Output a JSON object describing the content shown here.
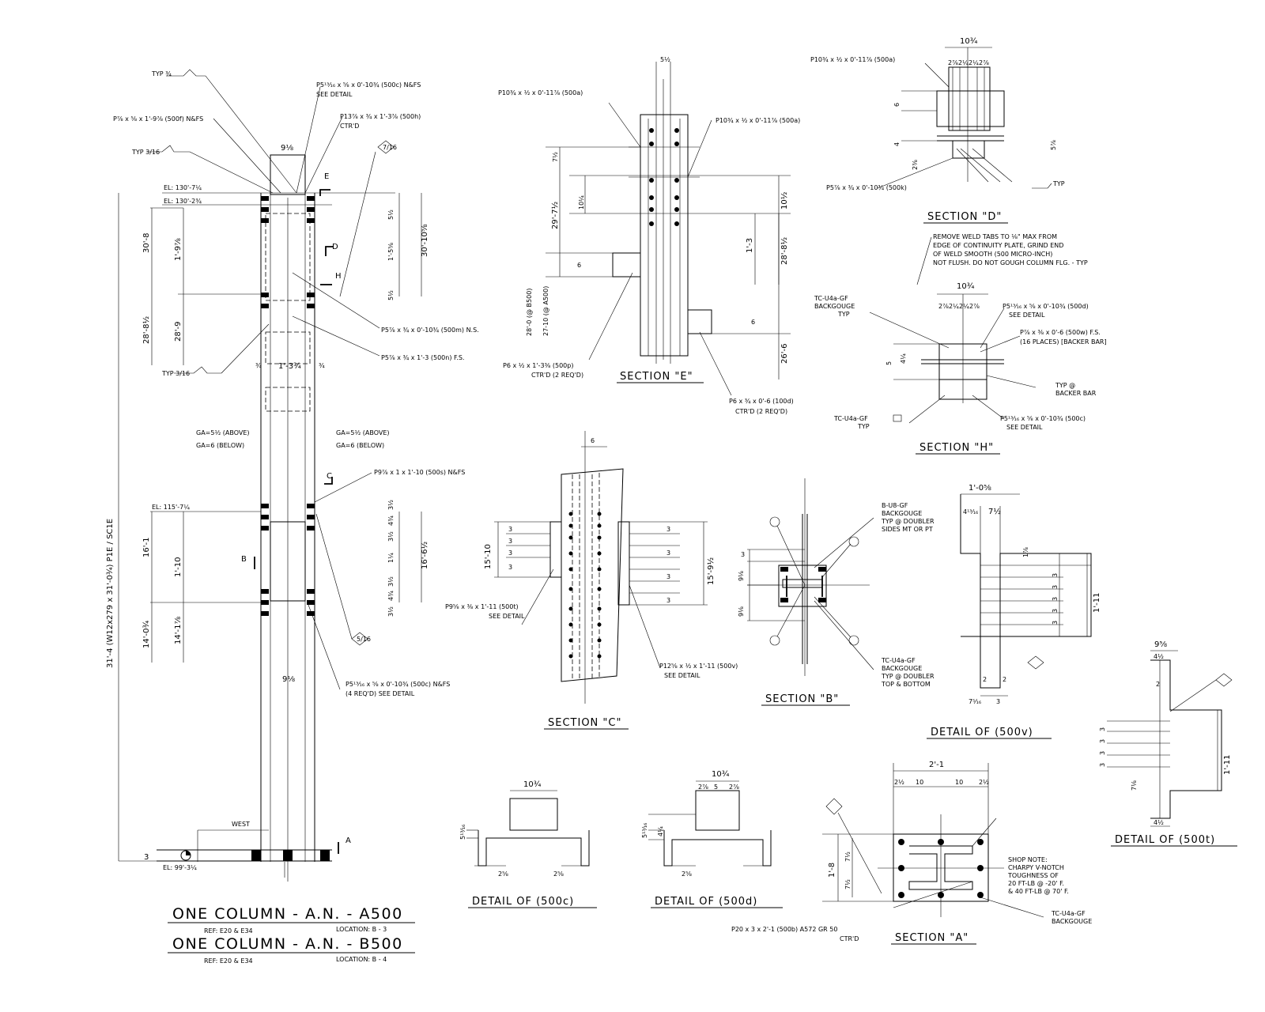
{
  "column_elevation": {
    "overall_dim": "31'-4 (W12x279 x 31'-0¾) P1E / SC1E",
    "elevations": [
      "EL: 130'-7¼",
      "EL: 130'-2¾",
      "EL: 115'-7¼",
      "EL: 99'-3¼"
    ],
    "left_dims": [
      "30'-8",
      "28'-8½",
      "1'-9⅞",
      "28'-9",
      "16'-1",
      "1'-10",
      "14'-0¾",
      "14'-1⅞",
      "3"
    ],
    "right_dims": [
      "5½",
      "1'-5⅝",
      "5½",
      "30'-10⅝",
      "3½",
      "4¾",
      "3½",
      "1¼",
      "3½",
      "4¾",
      "3½",
      "16'-6½"
    ],
    "top_dims": [
      "9⅛",
      "1'-3¾",
      "¾",
      "¾",
      "9⅛"
    ],
    "callouts": [
      "TYP ¾",
      "P⅞ x ⅝ x 1'-9⅞ (500f) N&FS",
      "TYP 3/16",
      "P5¹³⁄₁₆ x ⅝ x 0'-10¾ (500c) N&FS",
      "SEE DETAIL",
      "P13⅞ x ¾ x 1'-3⅞ (500h)",
      "CTR'D",
      "P5⅞ x ¾ x 0'-10¾ (500m) N.S.",
      "P5⅞ x ¾ x 1'-3 (500n) F.S.",
      "TYP 3/16",
      "GA=5½ (ABOVE)",
      "GA=6 (BELOW)",
      "GA=5½ (ABOVE)",
      "GA=6 (BELOW)",
      "P9⅞ x 1 x 1'-10 (500s) N&FS",
      "P5¹³⁄₁₆ x ⅝ x 0'-10¾ (500c) N&FS",
      "(4 REQ'D) SEE DETAIL",
      "WEST"
    ],
    "section_marks": [
      "E",
      "D",
      "H",
      "C",
      "B",
      "A"
    ],
    "weld_symbols": [
      "7/16",
      "5/16"
    ]
  },
  "titles": {
    "main1": "ONE COLUMN - A.N. - A500",
    "main2": "ONE COLUMN - A.N. - B500",
    "ref1": "REF: E20 & E34",
    "loc1": "LOCATION: B - 3",
    "ref2": "REF: E20 & E34",
    "loc2": "LOCATION: B - 4"
  },
  "section_e": {
    "title": "SECTION \"E\"",
    "dims": [
      "5½",
      "7½",
      "29'-7½",
      "10¼",
      "10½",
      "1'-3",
      "28'-8½",
      "28'-0 (@ B500)",
      "27-10 (@ A500)",
      "6",
      "6",
      "26'-6"
    ],
    "callouts": [
      "P10¾ x ½ x 0'-11⅞ (500a)",
      "P10¾ x ½ x 0'-11⅞ (500a)",
      "P6 x ½ x 1'-3⅜ (500p)",
      "CTR'D (2 REQ'D)",
      "P6 x ¾ x 0'-6 (100d)",
      "CTR'D (2 REQ'D)"
    ]
  },
  "section_d": {
    "title": "SECTION \"D\"",
    "dims": [
      "10¾",
      "2⅞",
      "2¼",
      "2¼",
      "2⅞",
      "6",
      "4",
      "2⅜",
      "5⅞"
    ],
    "callouts": [
      "P10¾ x ½ x 0'-11⅞ (500a)",
      "P5⅞ x ¾ x 0'-10¾ (500k)",
      "TYP"
    ]
  },
  "section_h": {
    "title": "SECTION \"H\"",
    "note": [
      "REMOVE WELD TABS TO ⅛\" MAX FROM",
      "EDGE OF CONTINUITY PLATE, GRIND END",
      "OF WELD SMOOTH (500 MICRO-INCH)",
      "NOT FLUSH. DO NOT GOUGH COLUMN FLG. - TYP"
    ],
    "dims": [
      "10¾",
      "2⅞",
      "2¼",
      "2¼",
      "2⅞",
      "5",
      "4¼"
    ],
    "callouts": [
      "TC-U4a-GF",
      "BACKGOUGE",
      "TYP",
      "P5¹³⁄₁₆ x ⅝ x 0'-10¾ (500d)",
      "SEE DETAIL",
      "P⅞ x ⅜ x 0'-6 (500w) F.S.",
      "(16 PLACES) [BACKER BAR]",
      "TYP @",
      "BACKER BAR",
      "TC-U4a-GF",
      "TYP",
      "P5¹³⁄₁₆ x ⅝ x 0'-10¾ (500c)",
      "SEE DETAIL"
    ]
  },
  "section_c": {
    "title": "SECTION \"C\"",
    "dims": [
      "6",
      "15'-10",
      "3",
      "3",
      "3",
      "3",
      "3",
      "3",
      "3",
      "3",
      "15'-9½"
    ],
    "callouts": [
      "P9⅝ x ⅜ x 1'-11 (500t)",
      "SEE DETAIL",
      "P12⅝ x ½ x 1'-11 (500v)",
      "SEE DETAIL"
    ]
  },
  "section_b": {
    "title": "SECTION \"B\"",
    "dims": [
      "3",
      "9⅛",
      "9⅛"
    ],
    "callouts": [
      "B-U8-GF",
      "BACKGOUGE",
      "TYP @ DOUBLER",
      "SIDES MT OR PT",
      "TC-U4a-GF",
      "BACKGOUGE",
      "TYP @ DOUBLER",
      "TOP & BOTTOM"
    ]
  },
  "detail_500v": {
    "title": "DETAIL OF (500v)",
    "dims": [
      "1'-0⅝",
      "4¹³⁄₁₆",
      "7½",
      "1⅞",
      "3",
      "3",
      "3",
      "3",
      "3",
      "1'-11",
      "2",
      "2",
      "7⁵⁄₁₆",
      "3"
    ]
  },
  "detail_500t": {
    "title": "DETAIL OF (500t)",
    "dims": [
      "9⅝",
      "4½",
      "2",
      "3",
      "3",
      "3",
      "3",
      "1'-11",
      "7⅛",
      "4½"
    ]
  },
  "detail_500c": {
    "title": "DETAIL OF (500c)",
    "dims": [
      "10¾",
      "5¹³⁄₁₆",
      "2⅝",
      "2⅝"
    ]
  },
  "detail_500d": {
    "title": "DETAIL OF (500d)",
    "dims": [
      "10¾",
      "2⅞",
      "5",
      "2⅞",
      "5¹³⁄₁₆",
      "4¼",
      "2⅝"
    ]
  },
  "section_a": {
    "title": "SECTION \"A\"",
    "dims": [
      "2'-1",
      "2½",
      "10",
      "10",
      "2½",
      "1'-8",
      "7½",
      "7½"
    ],
    "shop_note": [
      "SHOP NOTE:",
      "CHARPY V-NOTCH",
      "TOUGHNESS OF",
      "20 FT-LB @ -20' F.",
      "& 40 FT-LB @ 70' F."
    ],
    "callouts": [
      "P20 x 3 x 2'-1 (500b) A572 GR 50",
      "CTR'D",
      "TC-U4a-GF",
      "BACKGOUGE"
    ]
  }
}
